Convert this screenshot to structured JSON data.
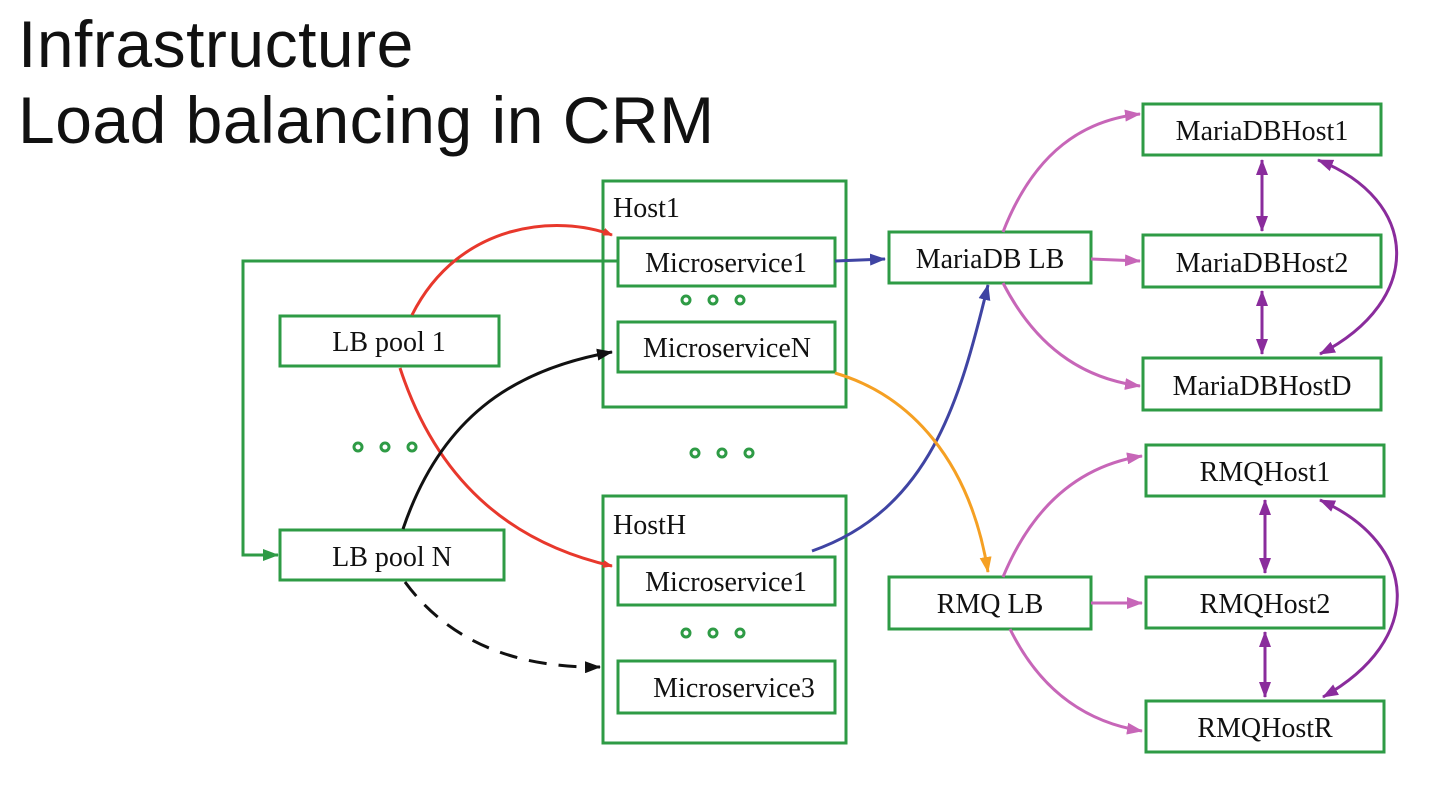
{
  "title": {
    "line1": "Infrastructure",
    "line2": "Load balancing in CRM"
  },
  "nodes": {
    "host1": "Host1",
    "host1_ms1": "Microservice1",
    "host1_msn": "MicroserviceN",
    "hosth": "HostH",
    "hosth_ms1": "Microservice1",
    "hosth_ms3": "Microservice3",
    "lb_pool_1": "LB pool 1",
    "lb_pool_n": "LB pool N",
    "mariadb_lb": "MariaDB LB",
    "mariadb_host1": "MariaDBHost1",
    "mariadb_host2": "MariaDBHost2",
    "mariadb_hostd": "MariaDBHostD",
    "rmq_lb": "RMQ LB",
    "rmq_host1": "RMQHost1",
    "rmq_host2": "RMQHost2",
    "rmq_hostr": "RMQHostR"
  },
  "colors": {
    "box_border": "#2e9b45",
    "green": "#2e9b45",
    "red": "#e8382c",
    "black": "#111111",
    "blue": "#3f44a3",
    "orange": "#f5a023",
    "pink": "#c766b8",
    "purple": "#8a2c9c"
  }
}
